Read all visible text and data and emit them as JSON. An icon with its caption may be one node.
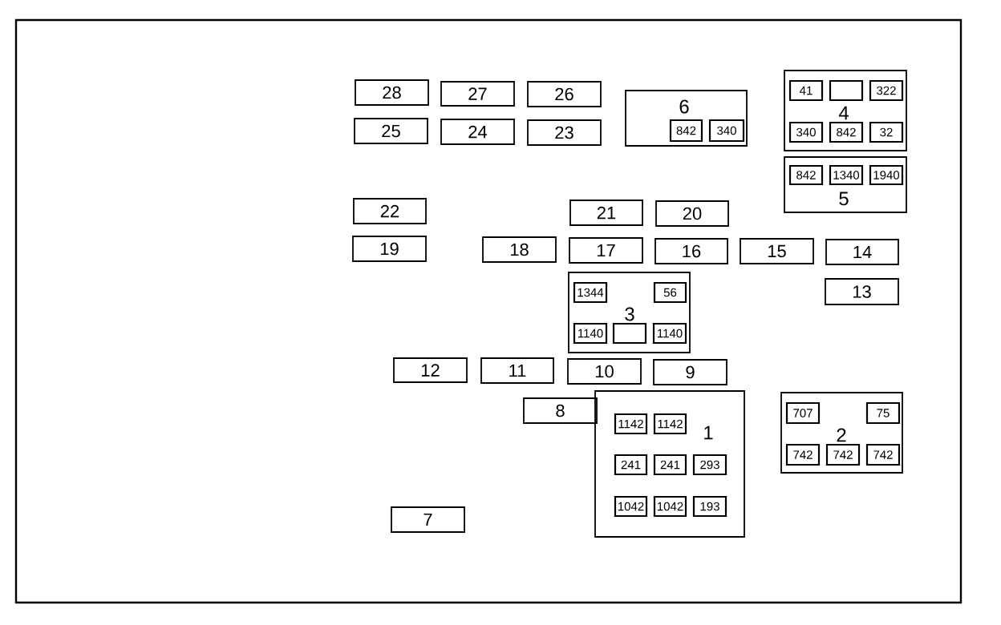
{
  "diagram": {
    "nodes": [
      {
        "text": [
          "28"
        ]
      },
      {
        "text": [
          "27"
        ]
      },
      {
        "text": [
          "26"
        ]
      },
      {
        "text": [
          "6"
        ]
      },
      {
        "text": [
          "842"
        ],
        "in": 3
      },
      {
        "text": [
          "340"
        ],
        "in": 3
      },
      {
        "text": [
          "4"
        ]
      },
      {
        "text": [
          "41"
        ],
        "in": 6
      },
      {
        "text": [],
        "shape": "box",
        "in": 6
      },
      {
        "text": [
          "322"
        ],
        "in": 6
      },
      {
        "text": [
          "340"
        ],
        "in": 6
      },
      {
        "text": [
          "842"
        ],
        "in": 6
      },
      {
        "text": [
          "32"
        ],
        "in": 6
      },
      {
        "text": [
          "25"
        ]
      },
      {
        "text": [
          "24"
        ]
      },
      {
        "text": [
          "23"
        ]
      },
      {
        "text": [
          "5"
        ]
      },
      {
        "text": [
          "842"
        ],
        "in": 16
      },
      {
        "text": [
          "1340"
        ],
        "in": 16
      },
      {
        "text": [
          "1940"
        ],
        "in": 16
      },
      {
        "text": [
          "22"
        ]
      },
      {
        "text": [
          "21"
        ]
      },
      {
        "text": [
          "20"
        ]
      },
      {
        "text": [
          "19"
        ]
      },
      {
        "text": [
          "18"
        ]
      },
      {
        "text": [
          "17"
        ]
      },
      {
        "text": [
          "16"
        ]
      },
      {
        "text": [
          "15"
        ]
      },
      {
        "text": [
          "14"
        ]
      },
      {
        "text": [
          "3"
        ]
      },
      {
        "text": [
          "1344"
        ],
        "in": 29
      },
      {
        "text": [
          "56"
        ],
        "in": 29
      },
      {
        "text": [
          "1140"
        ],
        "in": 29
      },
      {
        "text": [],
        "shape": "box",
        "in": 29
      },
      {
        "text": [
          "1140"
        ],
        "in": 29
      },
      {
        "text": [
          "13"
        ]
      },
      {
        "text": [
          "12"
        ]
      },
      {
        "text": [
          "11"
        ]
      },
      {
        "text": [
          "10"
        ]
      },
      {
        "text": [
          "9"
        ]
      },
      {
        "text": [
          "8"
        ]
      },
      {
        "text": [
          "1"
        ]
      },
      {
        "text": [
          "1142"
        ],
        "in": 41
      },
      {
        "text": [
          "1142"
        ],
        "in": 41
      },
      {
        "text": [
          "241"
        ],
        "in": 41
      },
      {
        "text": [
          "241"
        ],
        "in": 41
      },
      {
        "text": [
          "293"
        ],
        "in": 41
      },
      {
        "text": [
          "1042"
        ],
        "in": 41
      },
      {
        "text": [
          "1042"
        ],
        "in": 41
      },
      {
        "text": [
          "193"
        ],
        "in": 41
      },
      {
        "text": [
          "2"
        ]
      },
      {
        "text": [
          "707"
        ],
        "in": 50
      },
      {
        "text": [
          "75"
        ],
        "in": 50
      },
      {
        "text": [
          "742"
        ],
        "in": 50
      },
      {
        "text": [
          "742"
        ],
        "in": 50
      },
      {
        "text": [
          "742"
        ],
        "in": 50
      },
      {
        "text": [
          "7"
        ]
      }
    ]
  }
}
